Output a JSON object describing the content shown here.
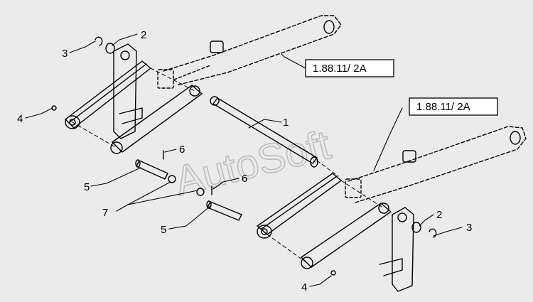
{
  "diagram": {
    "watermark": "AutoSoft",
    "references": [
      {
        "id": "ref-top",
        "label": "1.88.11/ 2A"
      },
      {
        "id": "ref-mid",
        "label": "1.88.11/ 2A"
      }
    ],
    "callouts": [
      {
        "id": "c1",
        "label": "1"
      },
      {
        "id": "c2a",
        "label": "2"
      },
      {
        "id": "c2b",
        "label": "2"
      },
      {
        "id": "c3a",
        "label": "3"
      },
      {
        "id": "c3b",
        "label": "3"
      },
      {
        "id": "c4a",
        "label": "4"
      },
      {
        "id": "c4b",
        "label": "4"
      },
      {
        "id": "c5a",
        "label": "5"
      },
      {
        "id": "c5b",
        "label": "5"
      },
      {
        "id": "c6a",
        "label": "6"
      },
      {
        "id": "c6b",
        "label": "6"
      },
      {
        "id": "c7",
        "label": "7"
      }
    ]
  }
}
